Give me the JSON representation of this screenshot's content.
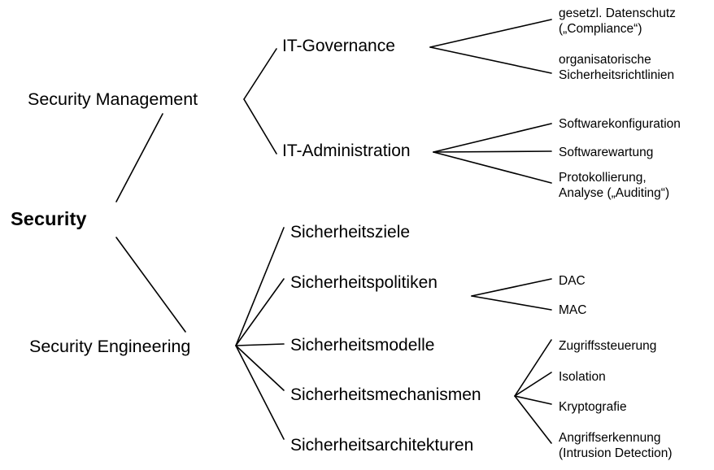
{
  "diagram": {
    "title": "Security",
    "type": "tree-taxonomy",
    "background_color": "#ffffff",
    "line_color": "#000000",
    "text_color": "#000000"
  },
  "nodes": {
    "root": {
      "label": "Security",
      "level": 1
    },
    "security_management": {
      "label": "Security Management",
      "level": 2
    },
    "security_engineering": {
      "label": "Security Engineering",
      "level": 2
    },
    "it_governance": {
      "label": "IT-Governance",
      "level": 3
    },
    "it_administration": {
      "label": "IT-Administration",
      "level": 3
    },
    "sicherheitsziele": {
      "label": "Sicherheitsziele",
      "level": 3
    },
    "sicherheitspolitiken": {
      "label": "Sicherheitspolitiken",
      "level": 3
    },
    "sicherheitsmodelle": {
      "label": "Sicherheitsmodelle",
      "level": 3
    },
    "sicherheitsmechanismen": {
      "label": "Sicherheitsmechanismen",
      "level": 3
    },
    "sicherheitsarchitekturen": {
      "label": "Sicherheitsarchitekturen",
      "level": 3
    },
    "datenschutz": {
      "line1": "gesetzl. Datenschutz",
      "line2": "(„Compliance“)",
      "level": 4
    },
    "sicherheitsrichtlinien": {
      "line1": "organisatorische",
      "line2": "Sicherheitsrichtlinien",
      "level": 4
    },
    "softwarekonfiguration": {
      "label": "Softwarekonfiguration",
      "level": 4
    },
    "softwarewartung": {
      "label": "Softwarewartung",
      "level": 4
    },
    "protokollierung": {
      "line1": "Protokollierung,",
      "line2": "Analyse („Auditing“)",
      "level": 4
    },
    "dac": {
      "label": "DAC",
      "level": 4
    },
    "mac": {
      "label": "MAC",
      "level": 4
    },
    "zugriffssteuerung": {
      "label": "Zugriffssteuerung",
      "level": 4
    },
    "isolation": {
      "label": "Isolation",
      "level": 4
    },
    "kryptografie": {
      "label": "Kryptografie",
      "level": 4
    },
    "angriffserkennung": {
      "line1": "Angriffserkennung",
      "line2": "(Intrusion Detection)",
      "level": 4
    }
  },
  "edges": [
    {
      "from": "root",
      "to": "security_management"
    },
    {
      "from": "root",
      "to": "security_engineering"
    },
    {
      "from": "security_management",
      "to": "it_governance"
    },
    {
      "from": "security_management",
      "to": "it_administration"
    },
    {
      "from": "it_governance",
      "to": "datenschutz"
    },
    {
      "from": "it_governance",
      "to": "sicherheitsrichtlinien"
    },
    {
      "from": "it_administration",
      "to": "softwarekonfiguration"
    },
    {
      "from": "it_administration",
      "to": "softwarewartung"
    },
    {
      "from": "it_administration",
      "to": "protokollierung"
    },
    {
      "from": "security_engineering",
      "to": "sicherheitsziele"
    },
    {
      "from": "security_engineering",
      "to": "sicherheitspolitiken"
    },
    {
      "from": "security_engineering",
      "to": "sicherheitsmodelle"
    },
    {
      "from": "security_engineering",
      "to": "sicherheitsmechanismen"
    },
    {
      "from": "security_engineering",
      "to": "sicherheitsarchitekturen"
    },
    {
      "from": "sicherheitspolitiken",
      "to": "dac"
    },
    {
      "from": "sicherheitspolitiken",
      "to": "mac"
    },
    {
      "from": "sicherheitsmechanismen",
      "to": "zugriffssteuerung"
    },
    {
      "from": "sicherheitsmechanismen",
      "to": "isolation"
    },
    {
      "from": "sicherheitsmechanismen",
      "to": "kryptografie"
    },
    {
      "from": "sicherheitsmechanismen",
      "to": "angriffserkennung"
    }
  ]
}
